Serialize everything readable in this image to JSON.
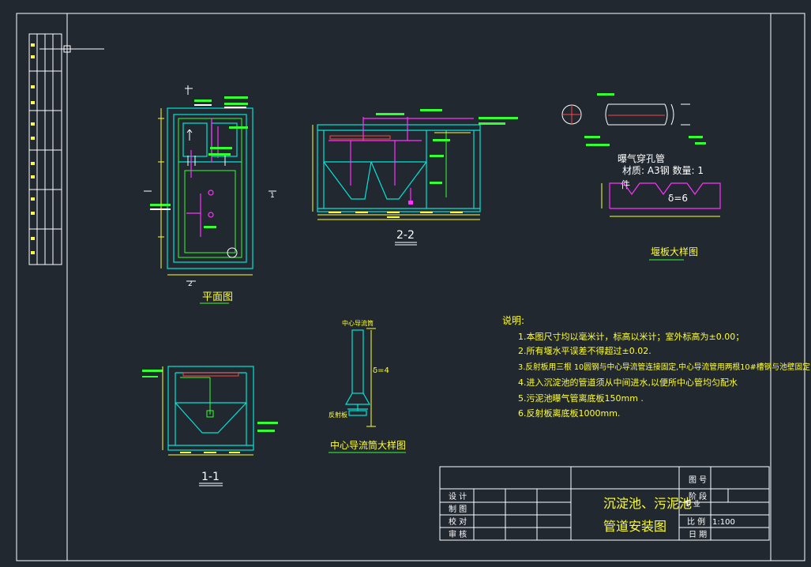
{
  "views": {
    "plan_title": "平面图",
    "section22_title": "2-2",
    "section11_title": "1-1",
    "plan_cut_mark_a": "2",
    "plan_cut_mark_b": "1",
    "center_pipe_title": "中心导流筒大样图",
    "center_pipe_label": "中心导流筒",
    "center_pipe_thickness": "δ=4",
    "reflector_label": "反射板",
    "aerator_title": "曝气穿孔管",
    "aerator_material": "材质: A3钢   数量: 1",
    "aerator_unit": "件",
    "weir_title": "堰板大样图",
    "weir_thickness": "δ=6"
  },
  "notes": {
    "heading": "说明:",
    "items": [
      "1.本图尺寸均以毫米计，标高以米计；室外标高为±0.00；",
      "2.所有堰水平误差不得超过±0.02.",
      "3.反射板用三根 10圆钢与中心导流管连接固定,中心导流管用两根10#槽钢与池壁固定",
      "4.进入沉淀池的管道须从中间进水,以便所中心管均匀配水",
      "5.污泥池曝气管离底板150mm .",
      "6.反射板离底板1000mm."
    ]
  },
  "title_block": {
    "title_line1": "沉淀池、污泥池",
    "title_line2": "管道安装图",
    "roles": [
      "设 计",
      "制 图",
      "校 对",
      "审 核"
    ],
    "fields": [
      "图 号",
      "阶 段",
      "比 例",
      "日 期"
    ],
    "scale": "1:100",
    "profession_label": "专 业"
  }
}
